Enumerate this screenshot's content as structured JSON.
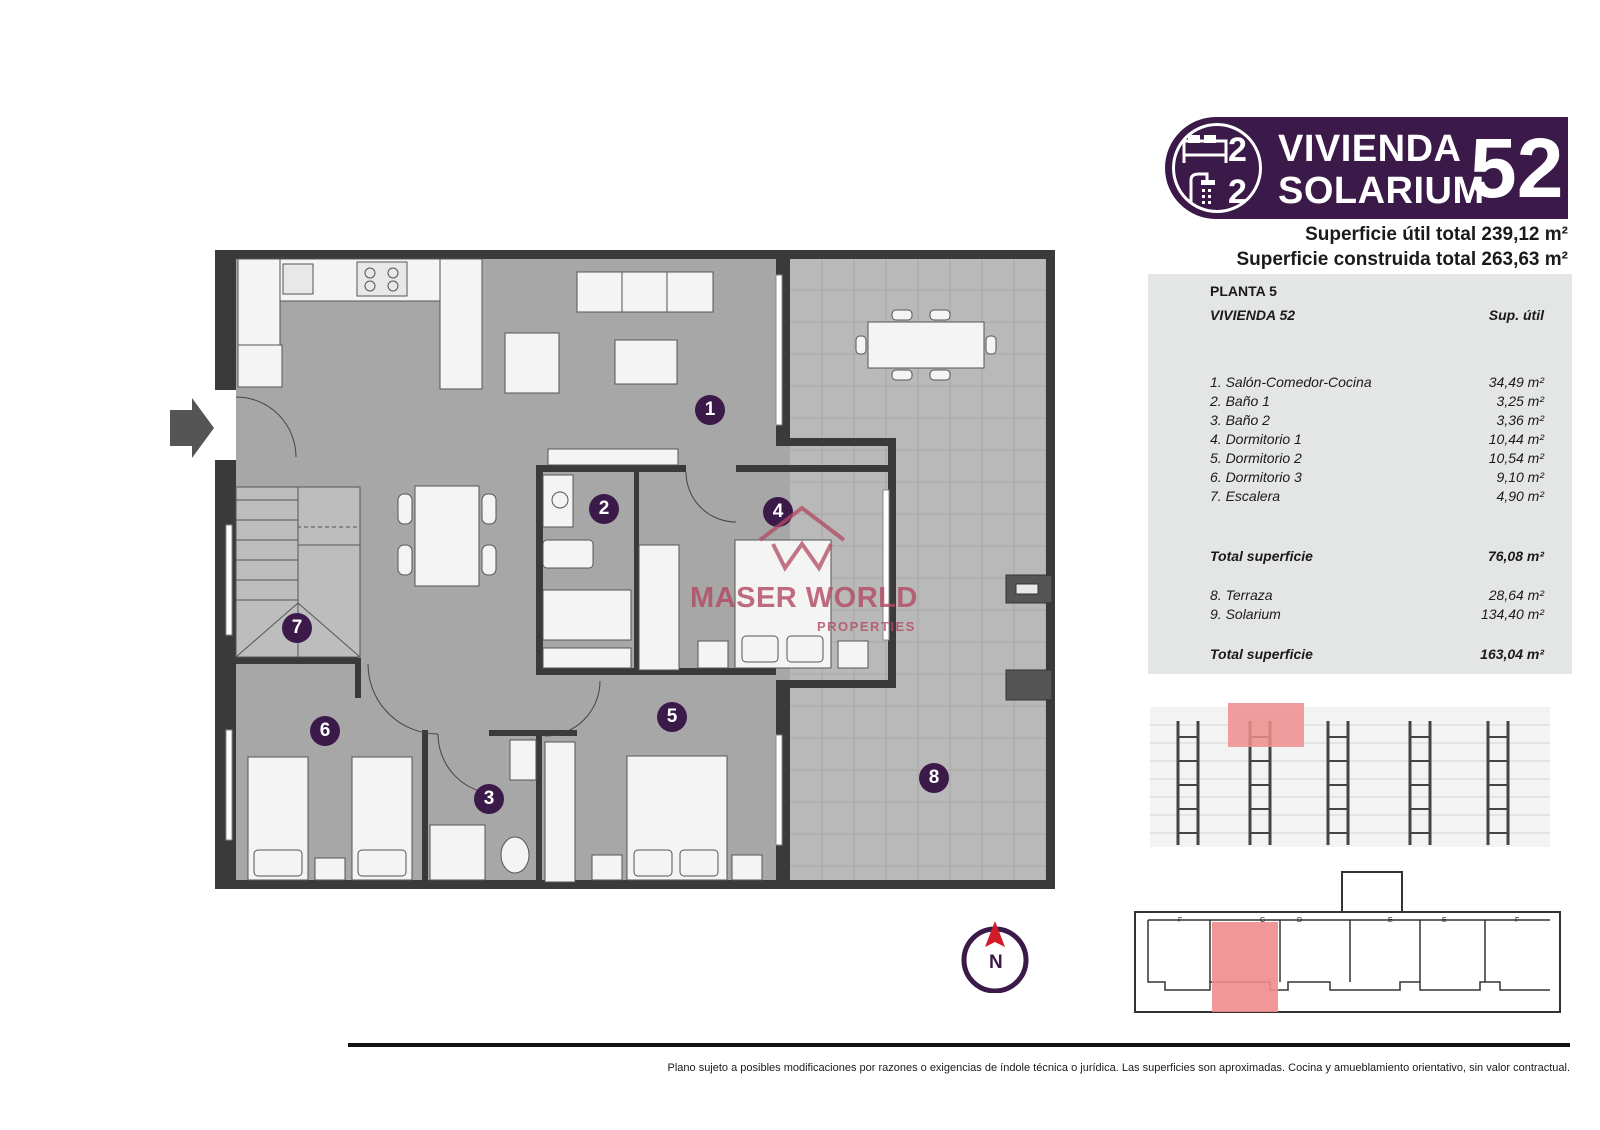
{
  "header": {
    "bedrooms": "2",
    "bathrooms": "2",
    "line1": "VIVIENDA",
    "line2": "SOLARIUM",
    "unit_number": "52",
    "icons": [
      "bed-icon",
      "shower-icon"
    ]
  },
  "surfaces": {
    "util": "Superficie útil total 239,12 m²",
    "construida": "Superficie construida total 263,63 m²"
  },
  "table": {
    "floor": "PLANTA 5",
    "unit": "VIVIENDA 52",
    "column": "Sup. útil",
    "rooms": [
      {
        "label": "1. Salón-Comedor-Cocina",
        "value": "34,49 m²"
      },
      {
        "label": "2. Baño 1",
        "value": "3,25 m²"
      },
      {
        "label": "3. Baño 2",
        "value": "3,36 m²"
      },
      {
        "label": "4. Dormitorio 1",
        "value": "10,44 m²"
      },
      {
        "label": "5. Dormitorio 2",
        "value": "10,54 m²"
      },
      {
        "label": "6. Dormitorio 3",
        "value": "9,10 m²"
      },
      {
        "label": "7. Escalera",
        "value": "4,90 m²"
      }
    ],
    "total1_label": "Total superficie",
    "total1_value": "76,08 m²",
    "outdoor": [
      {
        "label": "8. Terraza",
        "value": "28,64 m²"
      },
      {
        "label": "9. Solarium",
        "value": "134,40 m²"
      }
    ],
    "total2_label": "Total superficie",
    "total2_value": "163,04 m²"
  },
  "plan": {
    "room_numbers": [
      "1",
      "2",
      "3",
      "4",
      "5",
      "6",
      "7",
      "8"
    ],
    "compass_label": "N",
    "colors": {
      "floor": "#a9a9a9",
      "terrace": "#b8b8b8",
      "wall": "#3a3a3a",
      "badge": "#3b1a4a",
      "highlight": "#f08c8c"
    }
  },
  "watermark": {
    "name": "MASER WORLD",
    "sub": "PROPERTIES"
  },
  "key_plan": {
    "letters": [
      "F",
      "C",
      "D",
      "E",
      "E",
      "F"
    ]
  },
  "disclaimer": "Plano sujeto a posibles modificaciones por razones o exigencias de índole técnica o jurídica. Las superficies son aproximadas. Cocina y amueblamiento orientativo, sin valor contractual."
}
